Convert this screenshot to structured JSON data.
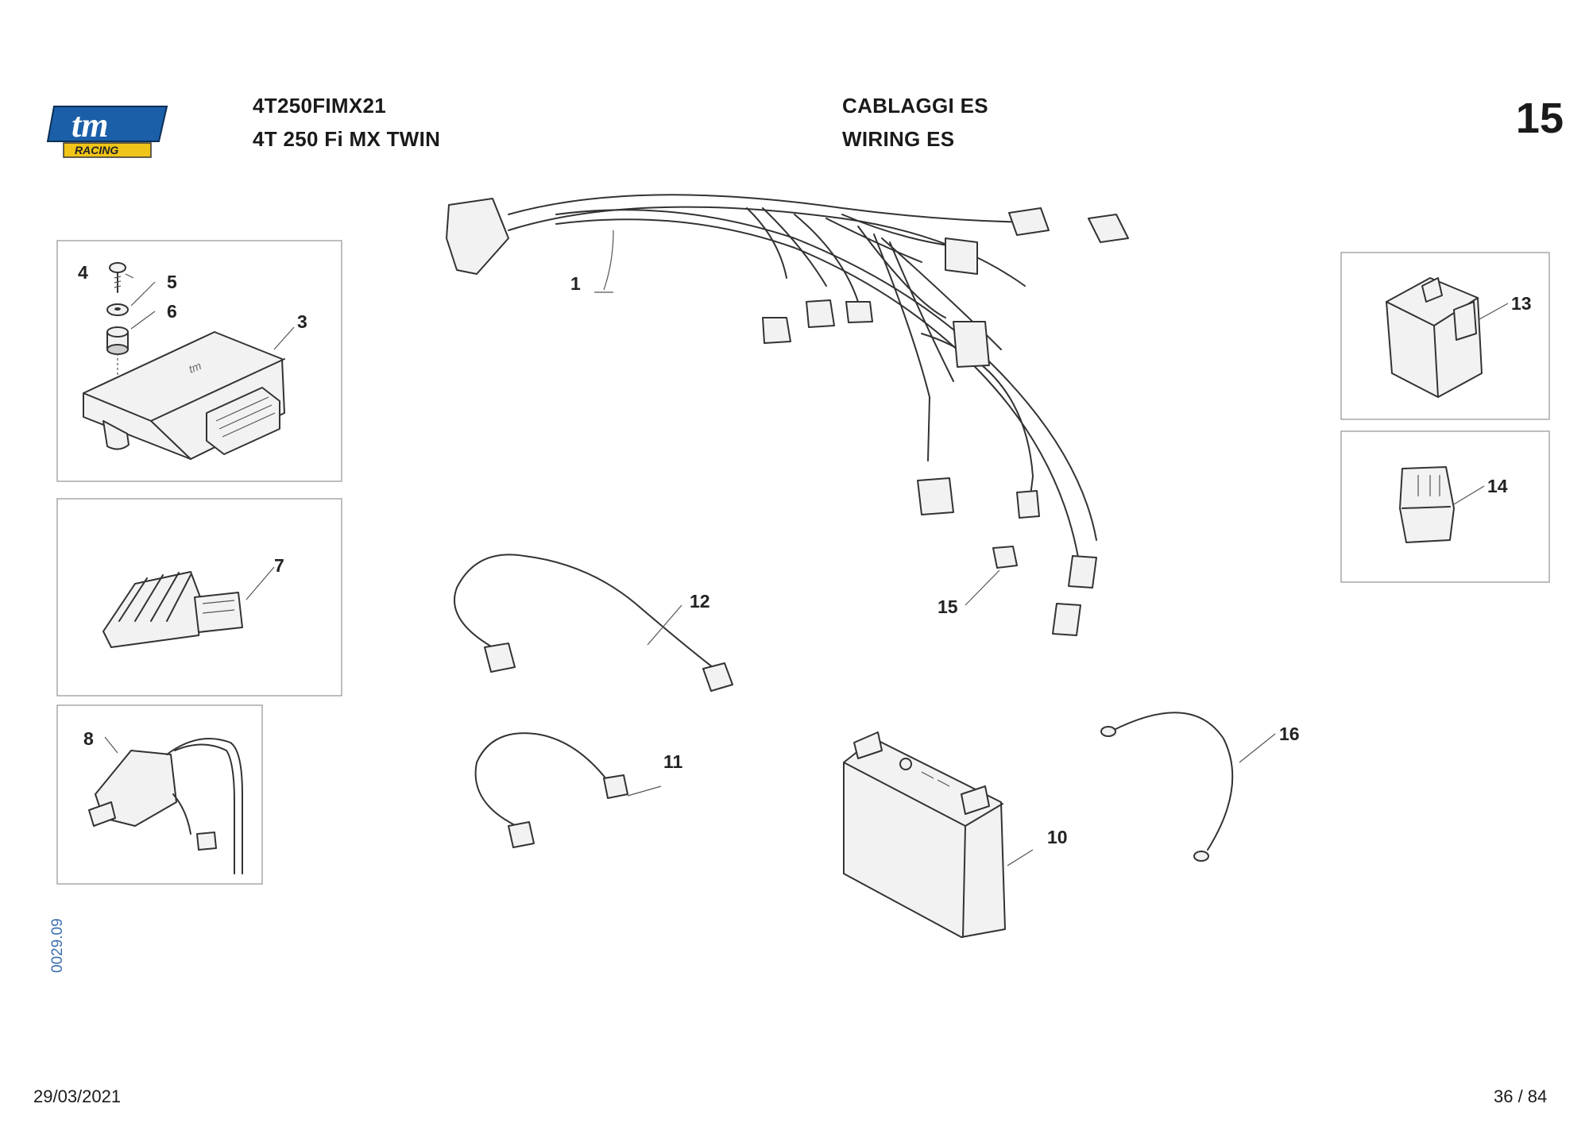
{
  "logo": {
    "text_main": "tm",
    "text_sub": "RACING",
    "color": "#1b5fa8"
  },
  "header": {
    "model_code": "4T250FIMX21",
    "model_name": "4T 250 Fi MX TWIN",
    "section_it": "CABLAGGI ES",
    "section_en": "WIRING ES",
    "page_section_number": "15"
  },
  "footer": {
    "date": "29/03/2021",
    "page": "36 / 84",
    "doc_id": "0029.09"
  },
  "callouts": {
    "c1": "1",
    "c3": "3",
    "c4": "4",
    "c5": "5",
    "c6": "6",
    "c7": "7",
    "c8": "8",
    "c10": "10",
    "c11": "11",
    "c12": "12",
    "c13": "13",
    "c14": "14",
    "c15": "15",
    "c16": "16"
  }
}
